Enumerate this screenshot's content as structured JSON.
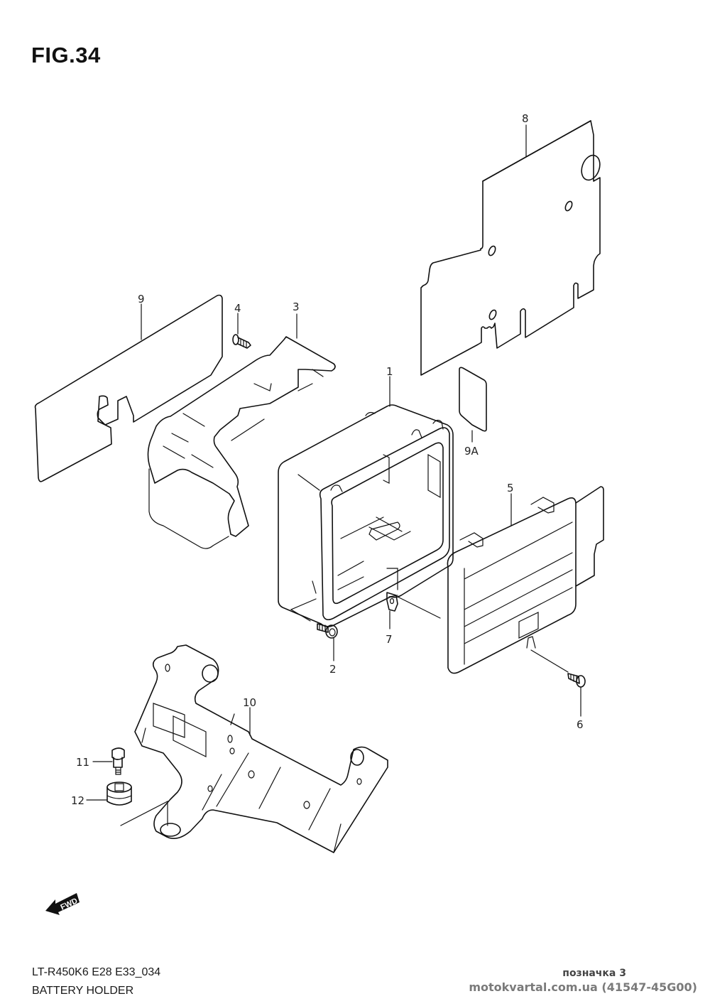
{
  "figure": {
    "title": "FIG.34"
  },
  "callouts": [
    {
      "id": "1",
      "label": "1"
    },
    {
      "id": "2",
      "label": "2"
    },
    {
      "id": "3",
      "label": "3"
    },
    {
      "id": "4",
      "label": "4"
    },
    {
      "id": "5",
      "label": "5"
    },
    {
      "id": "6",
      "label": "6"
    },
    {
      "id": "7",
      "label": "7"
    },
    {
      "id": "8",
      "label": "8"
    },
    {
      "id": "9",
      "label": "9"
    },
    {
      "id": "9A",
      "label": "9A"
    },
    {
      "id": "10",
      "label": "10"
    },
    {
      "id": "11",
      "label": "11"
    },
    {
      "id": "12",
      "label": "12"
    }
  ],
  "direction_indicator": {
    "label": "FWD",
    "icon": "forward-arrow-icon"
  },
  "footer": {
    "model_code": "LT-R450K6 E28 E33_034",
    "section_name": "BATTERY HOLDER"
  },
  "watermark": {
    "mark": "позначка 3",
    "site": "motokvartal.com.ua (41547-45G00)"
  },
  "colors": {
    "line": "#111111",
    "background": "#ffffff",
    "watermark": "#7a7a7a"
  }
}
